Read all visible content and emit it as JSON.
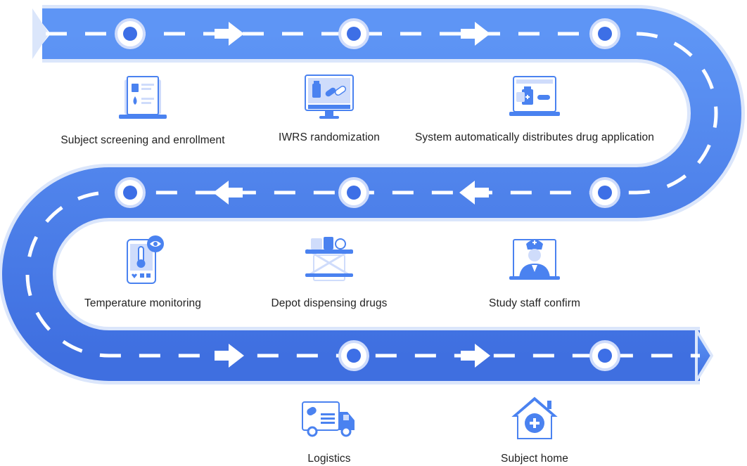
{
  "colors": {
    "road": "#4a82f0",
    "road_dark": "#3f6fe0",
    "road_light": "#5e95f5",
    "outline": "#dbe6fb",
    "dash": "#ffffff",
    "marker_ring": "#ffffff",
    "marker_dot": "#3d6fe6",
    "icon_primary": "#4a82f0",
    "icon_light": "#cfdcfb",
    "label_text": "#222222"
  },
  "steps": [
    {
      "label": "Subject screening and enrollment",
      "icon": "document-laptop-icon"
    },
    {
      "label": "IWRS randomization",
      "icon": "monitor-medicine-icon"
    },
    {
      "label": "System automatically distributes drug application",
      "icon": "laptop-medicine-icon"
    },
    {
      "label": "Study staff confirm",
      "icon": "doctor-icon"
    },
    {
      "label": "Depot  dispensing drugs",
      "icon": "depot-shelf-icon"
    },
    {
      "label": "Temperature monitoring",
      "icon": "thermometer-phone-icon"
    },
    {
      "label": "Logistics",
      "icon": "delivery-truck-icon"
    },
    {
      "label": "Subject home",
      "icon": "home-cross-icon"
    }
  ]
}
